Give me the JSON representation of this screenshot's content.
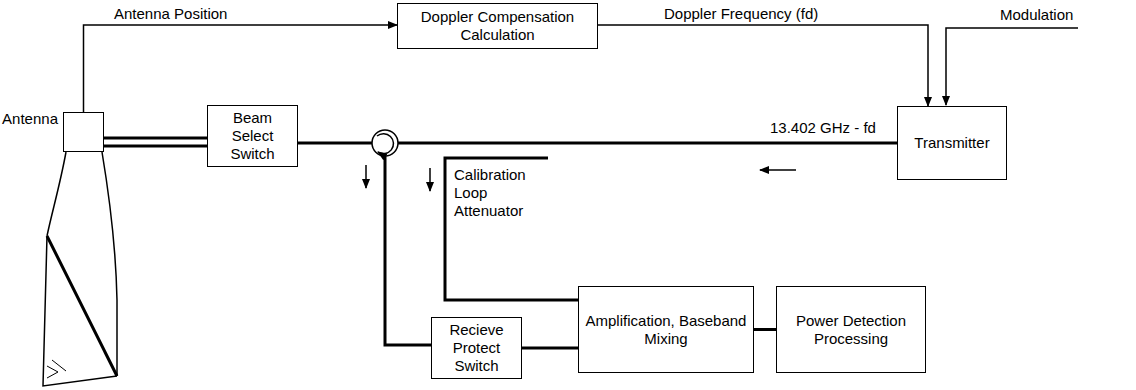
{
  "diagram": {
    "nodes": [
      {
        "text": [
          "Doppler Compensation Calculation"
        ]
      },
      {
        "text": [
          "Transmitter"
        ]
      },
      {
        "text": [
          "Antenna"
        ]
      },
      {
        "text": [
          "Beam Select Switch"
        ]
      },
      {
        "text": [
          "Recieve Protect Switch"
        ]
      },
      {
        "text": [
          "Amplification, Baseband Mixing"
        ]
      },
      {
        "text": [
          "Power Detection Processing"
        ]
      }
    ],
    "edges": [
      {
        "from": 2,
        "to": 0,
        "arrow": "to",
        "label": "Antenna Position"
      },
      {
        "from": 0,
        "to": 1,
        "arrow": "to",
        "label": "Doppler Frequency (fd)"
      },
      {
        "from": 2,
        "to": 3,
        "arrow": "none"
      },
      {
        "from": 2,
        "to": 3,
        "arrow": "none"
      },
      {
        "from": 4,
        "to": 5,
        "arrow": "none"
      },
      {
        "from": 5,
        "to": 6,
        "arrow": "none"
      }
    ],
    "labels": [
      "Modulation",
      "13.402 GHz - fd",
      "Calibration Loop Attenuator"
    ]
  }
}
